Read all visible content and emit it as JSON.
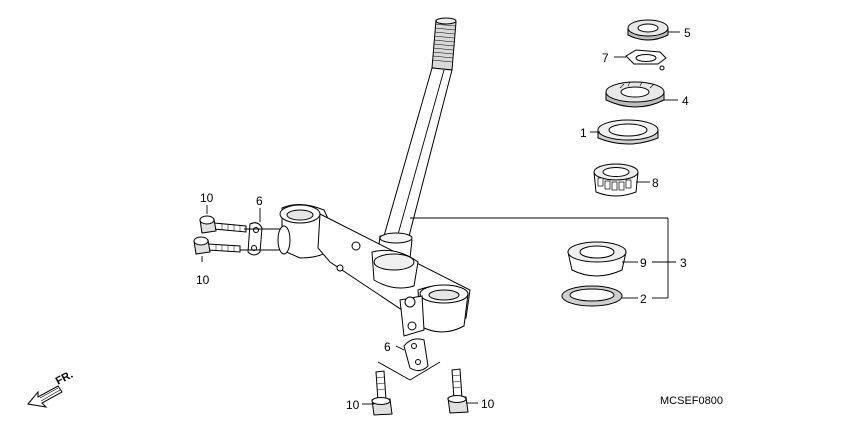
{
  "diagram": {
    "code": "MCSEF0800",
    "direction_label": "FR."
  },
  "callouts": {
    "c5": "5",
    "c7": "7",
    "c4": "4",
    "c1": "1",
    "c8": "8",
    "c9": "9",
    "c3": "3",
    "c2": "2",
    "c6_top": "6",
    "c6_bottom": "6",
    "c10_tl": "10",
    "c10_bl": "10",
    "c10_bottom_left": "10",
    "c10_bottom_right": "10"
  }
}
